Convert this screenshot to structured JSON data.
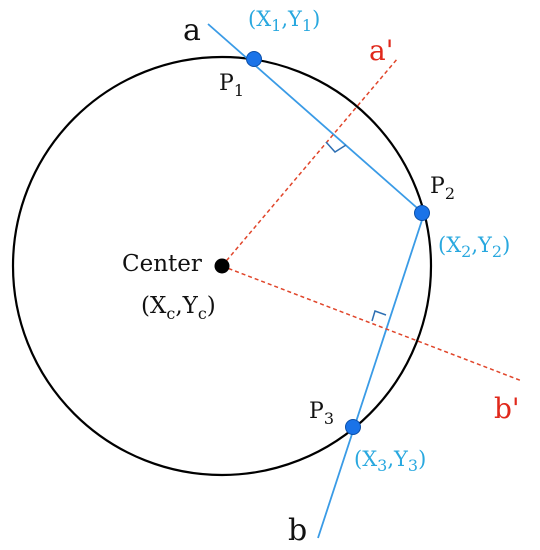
{
  "colors": {
    "circle": "#000000",
    "chord": "#3a9be6",
    "point_fill": "#1a73e8",
    "point_stroke": "#0b4fa8",
    "bisector": "#e0452a",
    "black_label": "#111111",
    "blue_label": "#29a8df",
    "red_label": "#e0281b",
    "right_angle": "#2d6fb3"
  },
  "lines": {
    "chord_a_label": "a",
    "chord_b_label": "b",
    "bisector_a_label": "a'",
    "bisector_b_label": "b'"
  },
  "center": {
    "label": "Center",
    "coord_open": "(X",
    "coord_sub_x": "c",
    "coord_sep": ",Y",
    "coord_sub_y": "c",
    "coord_close": ")"
  },
  "points": [
    {
      "name_main": "P",
      "name_sub": "1",
      "coord_open": "(X",
      "coord_sub_x": "1",
      "coord_sep": ",Y",
      "coord_sub_y": "1",
      "coord_close": ")"
    },
    {
      "name_main": "P",
      "name_sub": "2",
      "coord_open": "(X",
      "coord_sub_x": "2",
      "coord_sep": ",Y",
      "coord_sub_y": "2",
      "coord_close": ")"
    },
    {
      "name_main": "P",
      "name_sub": "3",
      "coord_open": "(X",
      "coord_sub_x": "3",
      "coord_sep": ",Y",
      "coord_sub_y": "3",
      "coord_close": ")"
    }
  ]
}
